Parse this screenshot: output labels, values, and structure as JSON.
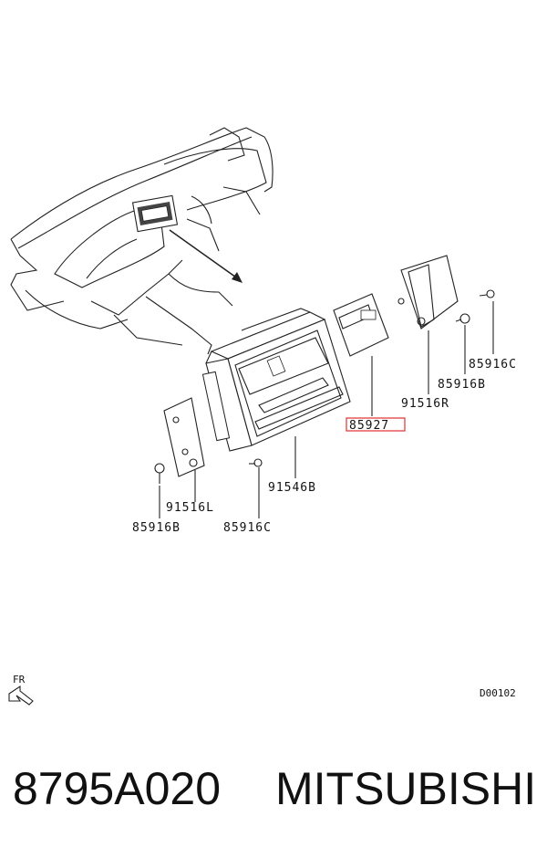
{
  "labels": {
    "p85916C_r": "85916C",
    "p85916B_r": "85916B",
    "p91516R": "91516R",
    "p85927": "85927",
    "p91546B": "91546B",
    "p91516L": "91516L",
    "p85916B_l": "85916B",
    "p85916C_l": "85916C"
  },
  "front_marker": "FR",
  "drawing_code": "D00102",
  "part_number": "8795A020",
  "brand": "MITSUBISHI",
  "highlight_color": "#e03030"
}
